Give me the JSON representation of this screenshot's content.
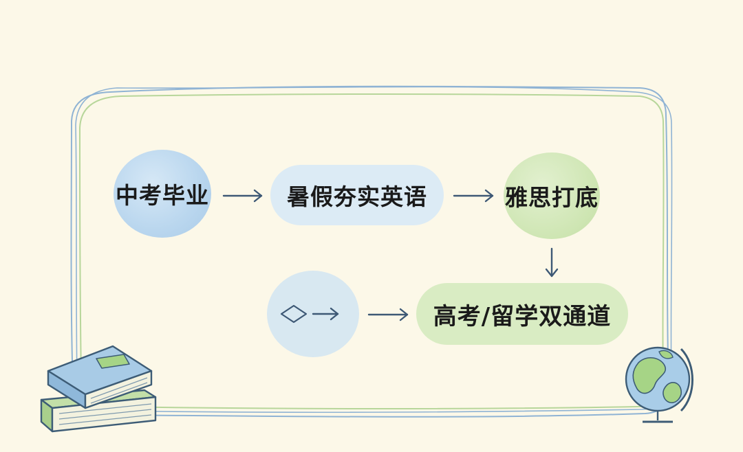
{
  "nodes": {
    "n1": "中考毕业",
    "n2": "暑假夯实英语",
    "n3": "雅思打底",
    "n4": "高考/留学双通道"
  },
  "colors": {
    "background": "#fcf8e8",
    "frame_blue": "#8fb3d4",
    "frame_green": "#b7d69a",
    "arrow": "#3d5875",
    "node_blue": "#b9d6ee",
    "node_green": "#cfe6b4"
  },
  "icons": [
    "diamond-icon",
    "book-stack-icon",
    "globe-icon"
  ]
}
